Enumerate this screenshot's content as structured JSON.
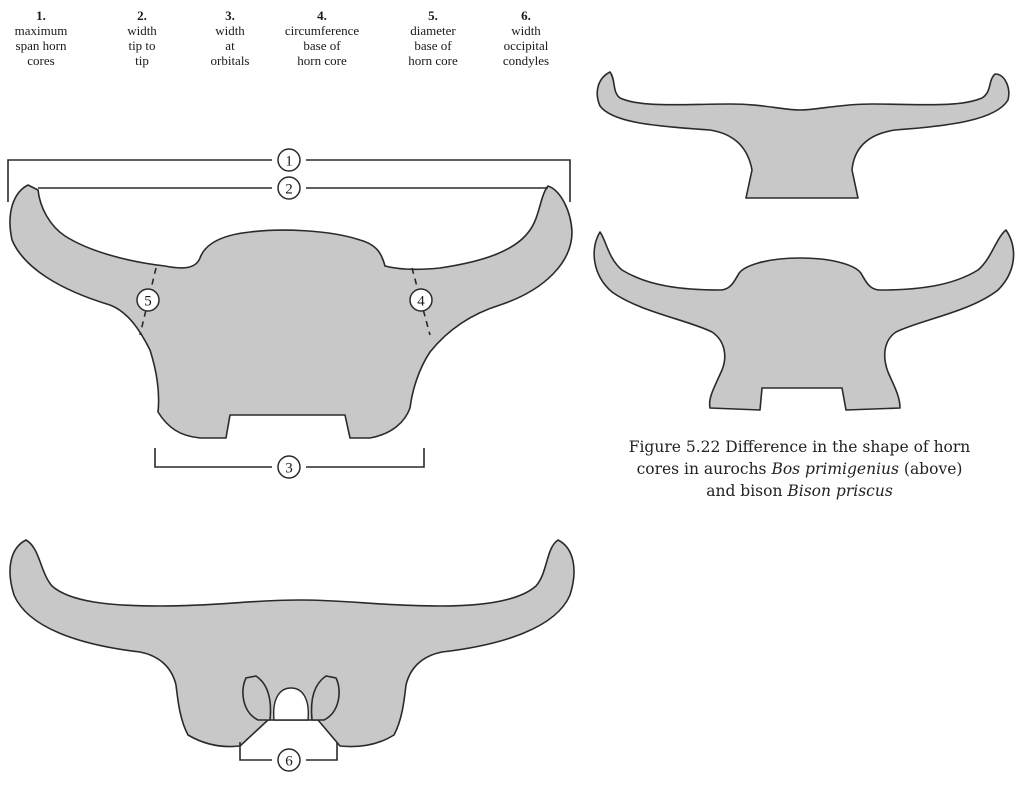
{
  "measurements": [
    {
      "num": "1.",
      "lines": [
        "maximum",
        "span horn",
        "cores"
      ]
    },
    {
      "num": "2.",
      "lines": [
        "width",
        "tip to",
        "tip"
      ]
    },
    {
      "num": "3.",
      "lines": [
        "width",
        "at",
        "orbitals"
      ]
    },
    {
      "num": "4.",
      "lines": [
        "circumference",
        "base of",
        "horn core"
      ]
    },
    {
      "num": "5.",
      "lines": [
        "diameter",
        "base of",
        "horn core"
      ]
    },
    {
      "num": "6.",
      "lines": [
        "width",
        "occipital",
        "condyles"
      ]
    }
  ],
  "markers": {
    "m1": "1",
    "m2": "2",
    "m3": "3",
    "m4": "4",
    "m5": "5",
    "m6": "6"
  },
  "caption": {
    "line1": "Figure 5.22 Difference in the shape of horn",
    "line2_pre": "cores in aurochs ",
    "line2_italic": "Bos primigenius",
    "line2_post": " (above)",
    "line3_pre": "and bison ",
    "line3_italic": "Bison priscus"
  },
  "colors": {
    "fill": "#c8c8c8",
    "stroke": "#2a2a2a"
  }
}
